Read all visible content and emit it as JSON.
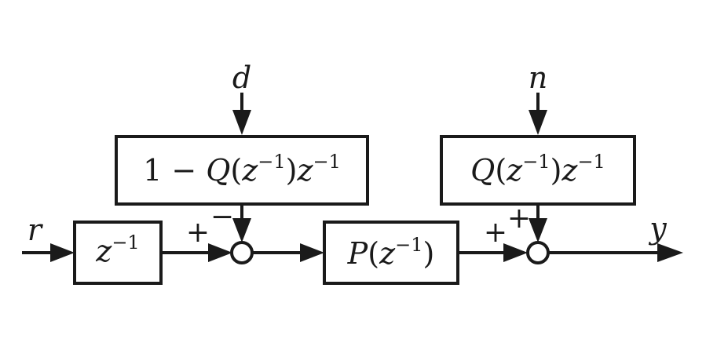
{
  "signals": {
    "r": "r",
    "d": "d",
    "n": "n",
    "y": "y"
  },
  "blocks": {
    "delay": {
      "base": "z",
      "exp": "−1"
    },
    "feedforward": {
      "pre": "1 − ",
      "q": "Q",
      "paren_open": "(",
      "z1": "z",
      "e1": "−1",
      "paren_close": ")",
      "z2": "z",
      "e2": "−1"
    },
    "plant": {
      "p": "P",
      "paren_open": "(",
      "z": "z",
      "e": "−1",
      "paren_close": ")"
    },
    "noise_filter": {
      "q": "Q",
      "paren_open": "(",
      "z1": "z",
      "e1": "−1",
      "paren_close": ")",
      "z2": "z",
      "e2": "−1"
    }
  },
  "signs": {
    "sum1_left": "+",
    "sum1_top": "−",
    "sum2_left": "+",
    "sum2_top": "+"
  }
}
